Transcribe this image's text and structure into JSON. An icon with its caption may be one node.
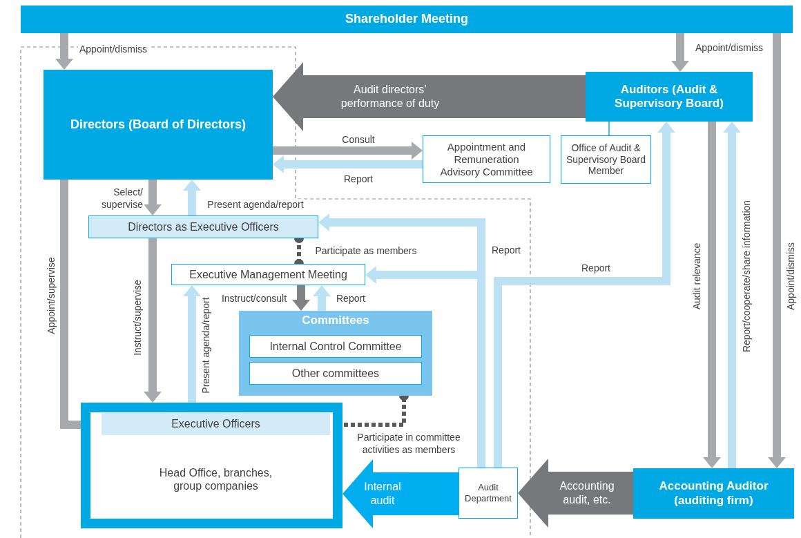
{
  "diagram": {
    "nodes": [
      {
        "text": [
          "Shareholder Meeting"
        ]
      },
      {
        "text": [
          "Directors (Board of Directors)"
        ]
      },
      {
        "text": [
          "Auditors (Audit & Supervisory Board)"
        ]
      },
      {
        "text": [
          "Appointment and Remuneration Advisory Committee"
        ]
      },
      {
        "text": [
          "Office of Audit & Supervisory Board Member"
        ]
      },
      {
        "text": [
          "Directors as Executive Officers"
        ]
      },
      {
        "text": [
          "Executive Management Meeting"
        ]
      },
      {
        "text": [
          "Committees"
        ]
      },
      {
        "text": [
          "Internal Control Committee"
        ],
        "in": 7
      },
      {
        "text": [
          "Other committees"
        ],
        "in": 7
      },
      {
        "text": [],
        "shape": "box"
      },
      {
        "text": [
          "Executive Officers"
        ],
        "in": 10
      },
      {
        "text": [
          "Head Office, branches, group companies"
        ],
        "in": 10
      },
      {
        "text": [
          "Audit Department"
        ]
      },
      {
        "text": [
          "Accounting Auditor (auditing firm)"
        ]
      }
    ],
    "edges": [
      {
        "from": 0,
        "to": 1,
        "arrow": "to",
        "label": "Appoint/dismiss"
      },
      {
        "from": 0,
        "to": 2,
        "arrow": "to",
        "label": "Appoint/dismiss"
      },
      {
        "from": 0,
        "to": 14,
        "arrow": "to",
        "label": "Appoint/dismiss"
      },
      {
        "from": 2,
        "to": 1,
        "arrow": "to",
        "label": "Audit directors’ performance of duty",
        "style": "thick",
        "color": "#77787b"
      },
      {
        "from": 1,
        "to": 3,
        "arrow": "to",
        "label": "Consult"
      },
      {
        "from": 3,
        "to": 1,
        "arrow": "to",
        "label": "Report",
        "color": "#bde1f4"
      },
      {
        "from": 1,
        "to": 5,
        "arrow": "to",
        "label": "Select/ supervise"
      },
      {
        "from": 5,
        "to": 1,
        "arrow": "to",
        "label": "Present agenda/report",
        "color": "#bde1f4"
      },
      {
        "from": 1,
        "to": 11,
        "arrow": "to",
        "label": "Appoint/supervise"
      },
      {
        "from": 5,
        "to": 10,
        "arrow": "to",
        "label": "Instruct/supervise"
      },
      {
        "from": 10,
        "to": 6,
        "arrow": "to",
        "label": "Present agenda/report",
        "color": "#bde1f4"
      },
      {
        "from": 5,
        "to": 6,
        "arrow": "other",
        "label": "Participate as members",
        "style": "dashed",
        "color": "#58595b"
      },
      {
        "from": 6,
        "to": 7,
        "arrow": "to",
        "label": "Instruct/consult",
        "color": "#808285"
      },
      {
        "from": 7,
        "to": 6,
        "arrow": "to",
        "label": "Report",
        "color": "#bde1f4"
      },
      {
        "from": 11,
        "to": 7,
        "arrow": "other",
        "label": "Participate in committee activities as members",
        "style": "dashed",
        "color": "#58595b"
      },
      {
        "from": 13,
        "to": 5,
        "arrow": "to",
        "label": "Report",
        "color": "#bde1f4"
      },
      {
        "from": 13,
        "to": 6,
        "arrow": "to",
        "color": "#bde1f4"
      },
      {
        "from": 13,
        "to": 2,
        "arrow": "to",
        "label": "Report",
        "color": "#bde1f4"
      },
      {
        "from": 2,
        "to": 14,
        "arrow": "to",
        "label": "Audit relevance"
      },
      {
        "from": 14,
        "to": 2,
        "arrow": "to",
        "label": "Report/cooperate/share information",
        "color": "#bde1f4"
      },
      {
        "from": 13,
        "to": 10,
        "arrow": "to",
        "label": "Internal audit",
        "style": "thick",
        "color": "#00aeef"
      },
      {
        "from": 14,
        "to": 13,
        "arrow": "to",
        "label": "Accounting audit, etc.",
        "style": "thick",
        "color": "#77787b"
      },
      {
        "from": 2,
        "to": 4,
        "arrow": "none",
        "color": "#00aeef"
      }
    ]
  }
}
